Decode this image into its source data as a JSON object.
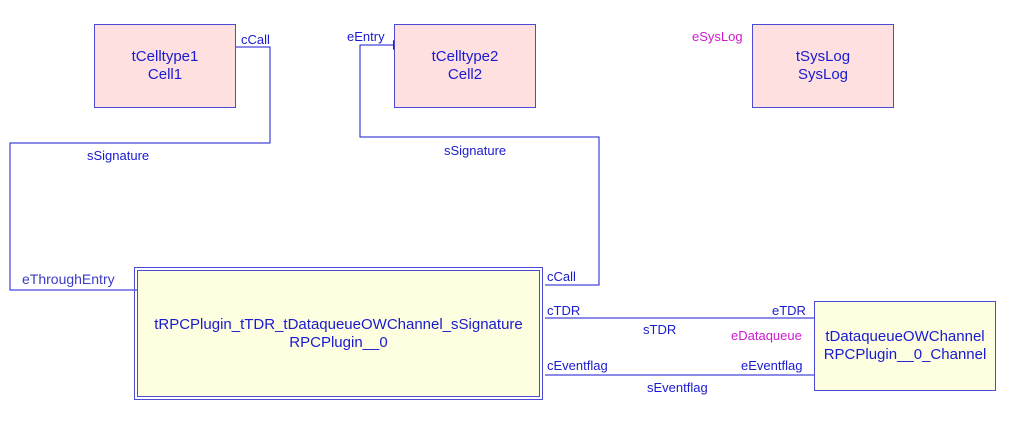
{
  "cells": {
    "cell1": {
      "type": "tCelltype1",
      "name": "Cell1"
    },
    "cell2": {
      "type": "tCelltype2",
      "name": "Cell2"
    },
    "syslog": {
      "type": "tSysLog",
      "name": "SysLog"
    },
    "rpc": {
      "type": "tRPCPlugin_tTDR_tDataqueueOWChannel_sSignature",
      "name": "RPCPlugin__0"
    },
    "channel": {
      "type": "tDataqueueOWChannel",
      "name": "RPCPlugin__0_Channel"
    }
  },
  "ports": {
    "cell1_call": "cCall",
    "cell2_entry": "eEntry",
    "syslog_entry": "eSysLog",
    "rpc_through_entry": "eThroughEntry",
    "rpc_call": "cCall",
    "rpc_tdr": "cTDR",
    "rpc_eventflag": "cEventflag",
    "chan_tdr": "eTDR",
    "chan_dataqueue": "eDataqueue",
    "chan_eventflag": "eEventflag"
  },
  "signatures": {
    "left_link": "sSignature",
    "right_link": "sSignature",
    "tdr_link": "sTDR",
    "eventflag_link": "sEventflag"
  },
  "colors": {
    "line": "#1a1ad0",
    "pink_fill": "#fde0df",
    "yellow_fill": "#fdfde0",
    "magenta_label": "#d01ad0"
  }
}
